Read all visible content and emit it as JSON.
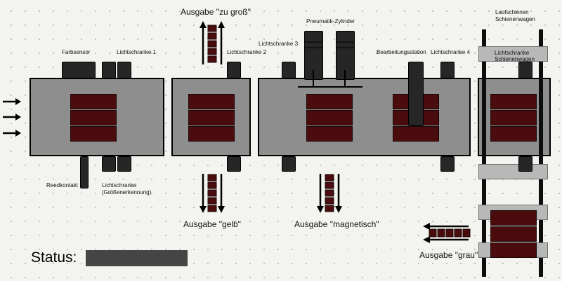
{
  "labels": {
    "farbsensor": "Farbsensor",
    "lichtschranke1": "Lichtschranke 1",
    "lichtschranke2": "Lichtschranke 2",
    "lichtschranke3": "Lichtschranke 3",
    "lichtschranke4": "Lichtschranke 4",
    "pneumatik": "Pneumatik-Zylinder",
    "bearbeitung": "Bearbeitungsstation",
    "laufschienen_line1": "Laufschienen",
    "laufschienen_line2": "Schienenwagen",
    "ls_wagen_line1": "Lichtschranke",
    "ls_wagen_line2": "Schienenwagen",
    "reedkontakt": "Reedkontakt",
    "ls_groesse_line1": "Lichtschranke",
    "ls_groesse_line2": "(Größenerkennung)"
  },
  "outputs": {
    "zu_gross": "Ausgabe \"zu groß\"",
    "gelb": "Ausgabe \"gelb\"",
    "magnetisch": "Ausgabe \"magnetisch\"",
    "grau": "Ausgabe \"grau\""
  },
  "status": {
    "label": "Status:",
    "value": ""
  },
  "colors": {
    "part": "#4a0c0c",
    "station": "#8e8e8e",
    "sensor": "#262626",
    "status_bar": "#454545"
  },
  "icons": [
    "input-arrow-icon",
    "output-arrow-icon"
  ]
}
